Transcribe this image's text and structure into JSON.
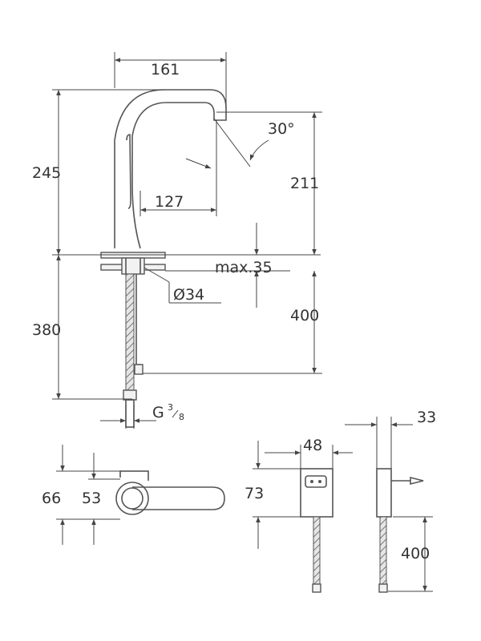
{
  "colors": {
    "line": "#444444",
    "part": "#555555",
    "text": "#333333",
    "background": "#ffffff"
  },
  "dimensions": {
    "spout_reach_total": "161",
    "spout_angle": "30°",
    "height_total": "245",
    "spout_outlet_height": "211",
    "spout_reach": "127",
    "max_deck_thickness": "max.35",
    "hole_diameter": "Ø34",
    "inlet_length": "380",
    "cable_length": "400",
    "thread_prefix": "G",
    "thread_num": "3",
    "thread_den": "8",
    "base_depth": "66",
    "lever_depth": "53",
    "box_width": "48",
    "box_height": "73",
    "box_depth": "33",
    "box_cable_length": "400"
  }
}
